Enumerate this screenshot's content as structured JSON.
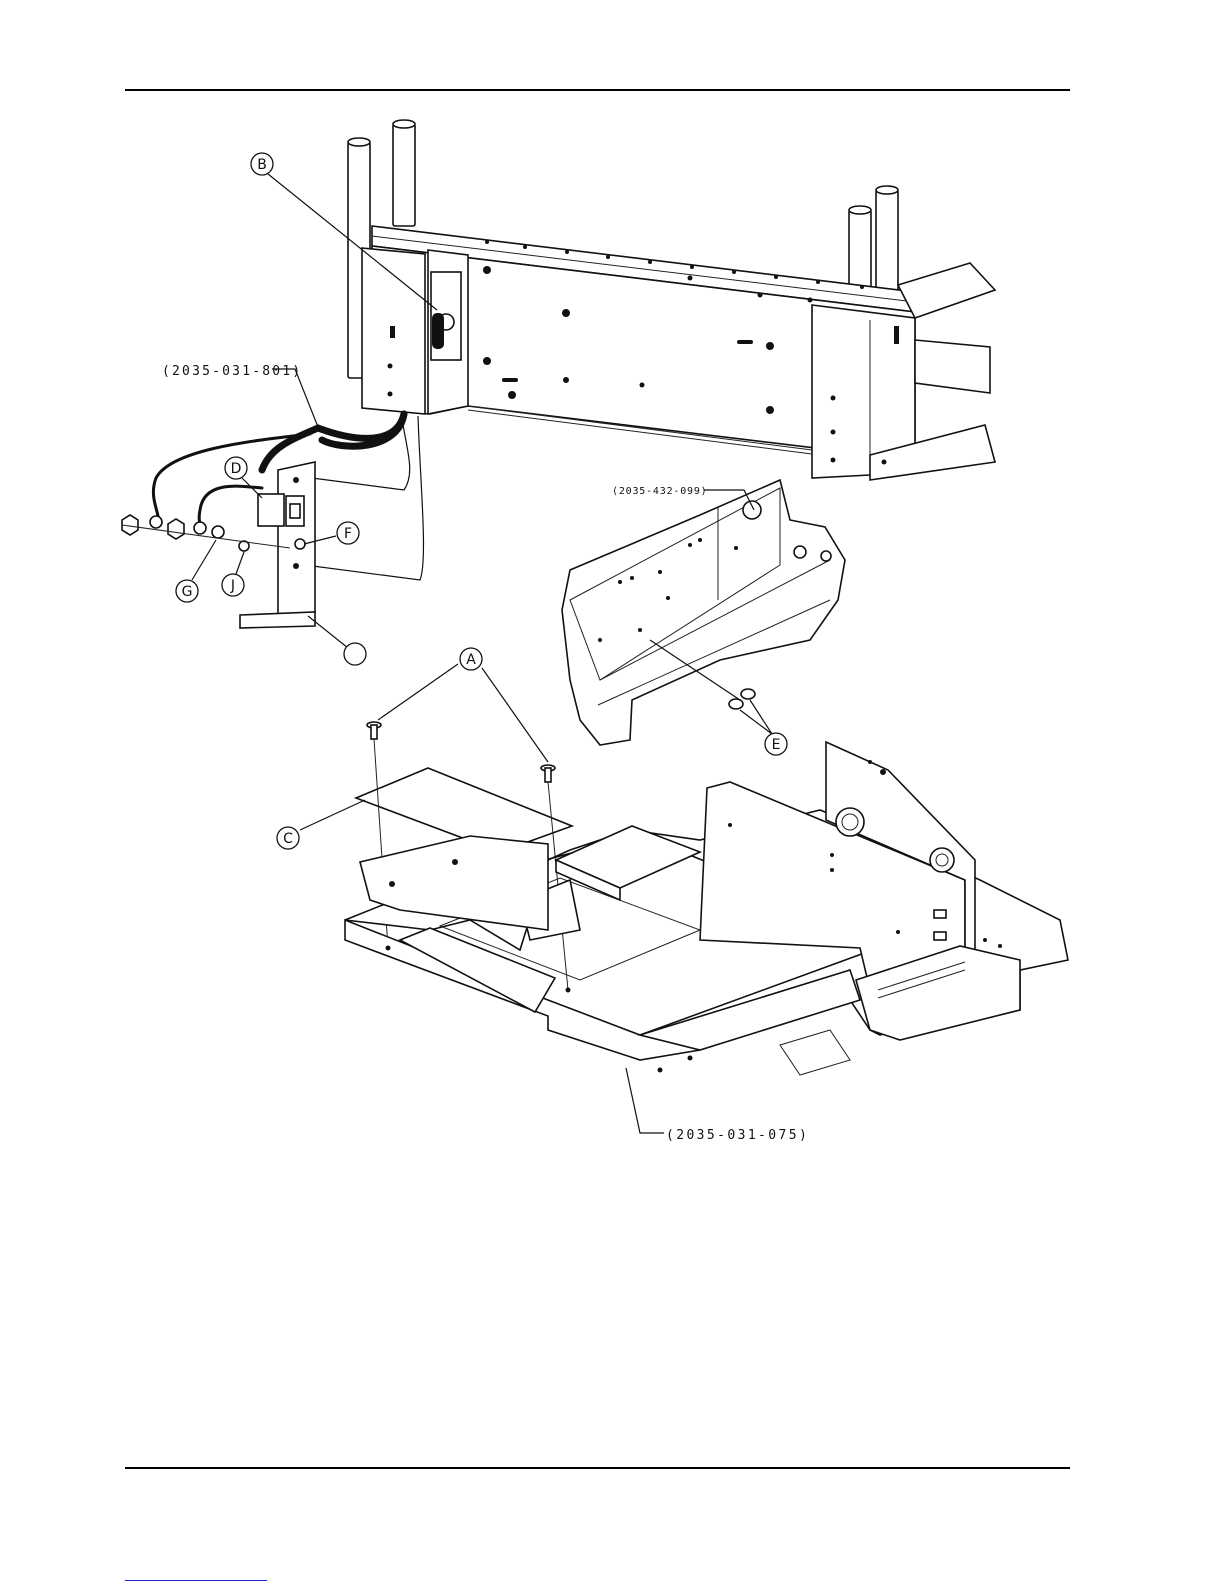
{
  "callouts": {
    "A": "A",
    "B": "B",
    "C": "C",
    "D": "D",
    "E": "E",
    "F": "F",
    "G": "G",
    "J": "J",
    "blank": ""
  },
  "part_numbers": {
    "cable_assembly": "(2035-031-801)",
    "side_bracket": "(2035-432-099)",
    "base_pan": "(2035-031-075)"
  }
}
